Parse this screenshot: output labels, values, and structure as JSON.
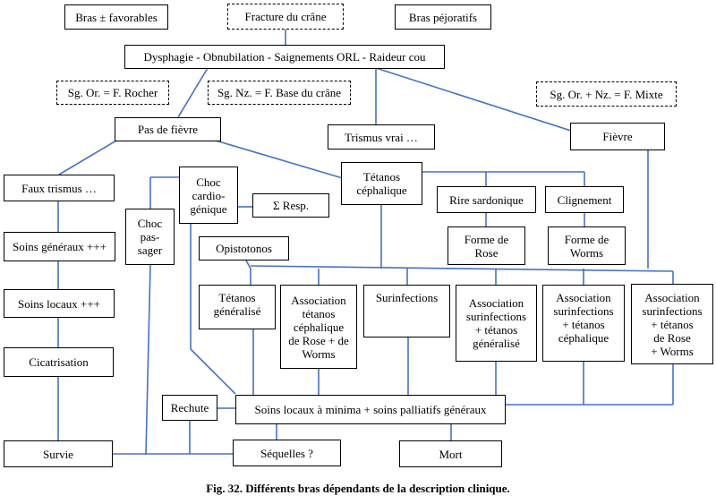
{
  "diagram": {
    "line_color": "#4472c4",
    "caption": "Fig. 32. Différents bras dépendants de la description clinique.",
    "nodes": {
      "bras_favorables": "Bras ± favorables",
      "fracture_crane": "Fracture du crâne",
      "bras_pejoratifs": "Bras péjoratifs",
      "dysphagie": "Dysphagie - Obnubilation - Saignements ORL - Raideur cou",
      "sg_or": "Sg. Or. = F. Rocher",
      "sg_nz": "Sg. Nz. = F. Base du crâne",
      "sg_mixte": "Sg. Or. + Nz. = F. Mixte",
      "pas_fievre": "Pas de fièvre",
      "trismus_vrai": "Trismus vrai …",
      "fievre": "Fièvre",
      "faux_trismus": "Faux trismus …",
      "choc_cardio": "Choc\ncardio-\ngénique",
      "sigma_resp": "Σ Resp.",
      "tetanos_cephalique": "Tétanos\ncéphalique",
      "rire_sardonique": "Rire sardonique",
      "clignement": "Clignement",
      "choc_passager": "Choc\npas-\nsager",
      "soins_generaux": "Soins généraux +++",
      "forme_rose": "Forme de\nRose",
      "forme_worms": "Forme de\nWorms",
      "opistotonos": "Opistotonos",
      "tetanos_generalise": "Tétanos\ngénéralisé",
      "assoc_rose_worms": "Association\ntétanos\ncéphalique\nde Rose + de\nWorms",
      "surinfections": "Surinfections",
      "assoc_surinf_gen": "Association\nsurinfections\n+ tétanos\ngénéralisé",
      "assoc_surinf_ceph": "Association\nsurinfections\n+ tétanos\ncéphalique",
      "assoc_surinf_rw": "Association\nsurinfections\n+ tétanos\nde Rose\n+ Worms",
      "soins_locaux": "Soins locaux +++",
      "cicatrisation": "Cicatrisation",
      "rechute": "Rechute",
      "soins_minima": "Soins locaux à minima + soins palliatifs généraux",
      "survie": "Survie",
      "sequelles": "Séquelles ?",
      "mort": "Mort"
    }
  }
}
